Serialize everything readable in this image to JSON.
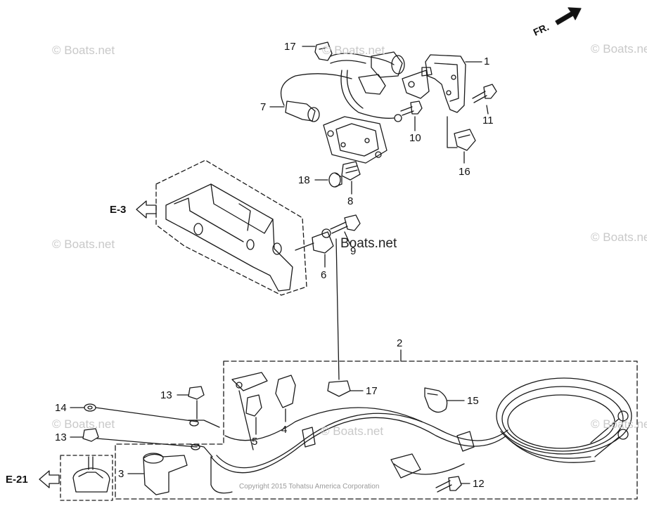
{
  "direction": {
    "label": "FR."
  },
  "references": {
    "e3": "E-3",
    "e21": "E-21"
  },
  "watermarks": {
    "tile": "© Boats.net",
    "center": "Boats.net",
    "copyright": "Copyright 2015 Tohatsu America Corporation"
  },
  "callouts": {
    "c1": "1",
    "c2": "2",
    "c3": "3",
    "c4": "4",
    "c5": "5",
    "c6": "6",
    "c7": "7",
    "c8": "8",
    "c9": "9",
    "c10": "10",
    "c11": "11",
    "c12": "12",
    "c13a": "13",
    "c13b": "13",
    "c14": "14",
    "c15": "15",
    "c16": "16",
    "c17a": "17",
    "c17b": "17",
    "c18": "18"
  },
  "colors": {
    "line": "#1a1a1a",
    "watermark": "#c9c9c9"
  }
}
